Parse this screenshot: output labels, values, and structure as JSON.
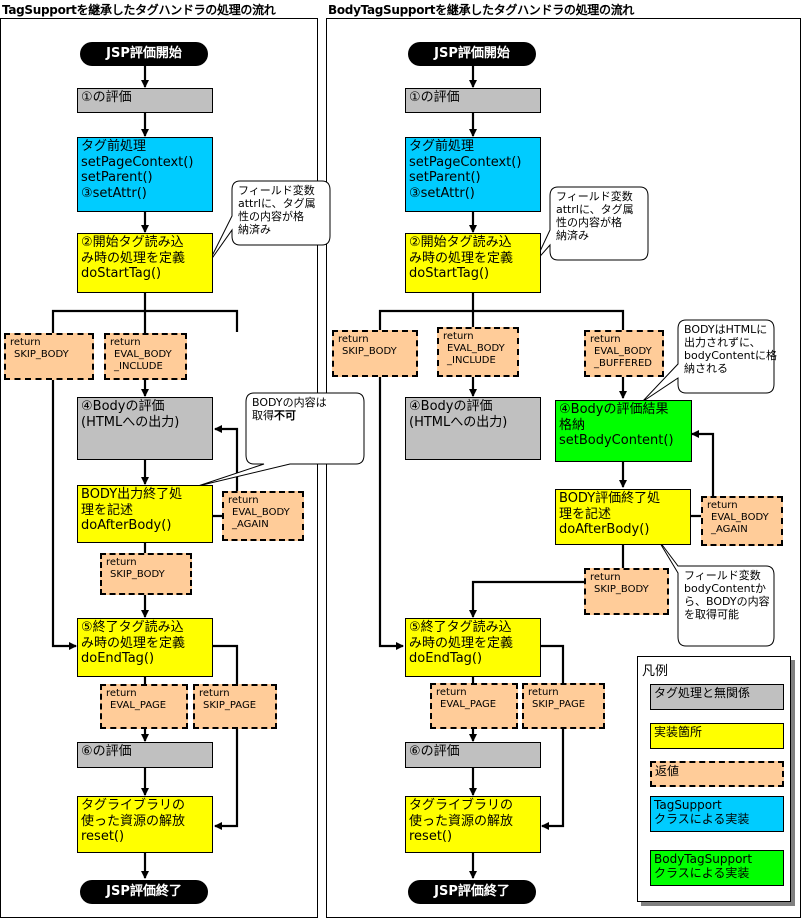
{
  "left": {
    "title": "TagSupportを継承したタグハンドラの処理の流れ",
    "start": "JSP評価開始",
    "eval1": "①の評価",
    "pre": [
      "タグ前処理",
      "setPageContext()",
      "setParent()",
      "③setAttr()"
    ],
    "note1": [
      "フィールド変数",
      "attrlに、タグ属",
      "性の内容が格",
      "納済み"
    ],
    "starttag": [
      "②開始タグ読み込",
      "み時の処理を定義",
      "doStartTag()"
    ],
    "ret_skip": [
      "return",
      "SKIP_BODY"
    ],
    "ret_include": [
      "return",
      "EVAL_BODY",
      "_INCLUDE"
    ],
    "body": [
      "④Bodyの評価",
      "(HTMLへの出力)"
    ],
    "note2": [
      "BODYの内容は",
      "取得",
      "不可"
    ],
    "afterbody": [
      "BODY出力終了処",
      "理を記述",
      "doAfterBody()"
    ],
    "ret_again": [
      "return",
      "EVAL_BODY",
      "_AGAIN"
    ],
    "ret_skip2": [
      "return",
      "SKIP_BODY"
    ],
    "endtag": [
      "⑤終了タグ読み込",
      "み時の処理を定義",
      "doEndTag()"
    ],
    "ret_evalpage": [
      "return",
      "EVAL_PAGE"
    ],
    "ret_skippage": [
      "return",
      "SKIP_PAGE"
    ],
    "eval6": "⑥の評価",
    "release": [
      "タグライブラリの",
      "使った資源の解放",
      "reset()"
    ],
    "end": "JSP評価終了"
  },
  "right": {
    "title": "BodyTagSupportを継承したタグハンドラの処理の流れ",
    "start": "JSP評価開始",
    "eval1": "①の評価",
    "pre": [
      "タグ前処理",
      "setPageContext()",
      "setParent()",
      "③setAttr()"
    ],
    "note1": [
      "フィールド変数",
      "attrlに、タグ属",
      "性の内容が格",
      "納済み"
    ],
    "starttag": [
      "②開始タグ読み込",
      "み時の処理を定義",
      "doStartTag()"
    ],
    "ret_skip": [
      "return",
      "SKIP_BODY"
    ],
    "ret_include": [
      "return",
      "EVAL_BODY",
      "_INCLUDE"
    ],
    "ret_buffered": [
      "return",
      "EVAL_BODY",
      "_BUFFERED"
    ],
    "note_body": [
      "BODYはHTMLに",
      "出力されずに、",
      "bodyContentに格",
      "納される"
    ],
    "body": [
      "④Bodyの評価",
      "(HTMLへの出力)"
    ],
    "bodystore": [
      "④Bodyの評価結果",
      "格納",
      "setBodyContent()"
    ],
    "afterbody": [
      "BODY評価終了処",
      "理を記述",
      "doAfterBody()"
    ],
    "ret_again": [
      "return",
      "EVAL_BODY",
      "_AGAIN"
    ],
    "ret_skip2": [
      "return",
      "SKIP_BODY"
    ],
    "note3": [
      "フィールド変数",
      "bodyContentか",
      "ら、BODYの内容",
      "を取得可能"
    ],
    "endtag": [
      "⑤終了タグ読み込",
      "み時の処理を定義",
      "doEndTag()"
    ],
    "ret_evalpage": [
      "return",
      "EVAL_PAGE"
    ],
    "ret_skippage": [
      "return",
      "SKIP_PAGE"
    ],
    "eval6": "⑥の評価",
    "release": [
      "タグライブラリの",
      "使った資源の解放",
      "reset()"
    ],
    "end": "JSP評価終了"
  },
  "legend": {
    "title": "凡例",
    "items": [
      "タグ処理と無関係",
      "実装箇所",
      "返値",
      [
        "TagSupport",
        "クラスによる実装"
      ],
      [
        "BodyTagSupport",
        "クラスによる実装"
      ]
    ]
  },
  "colors": {
    "gray": "#c0c0c0",
    "cyan": "#00ccff",
    "yellow": "#ffff00",
    "green": "#00ff00",
    "peach": "#ffcc99",
    "terminal": "#000000"
  }
}
